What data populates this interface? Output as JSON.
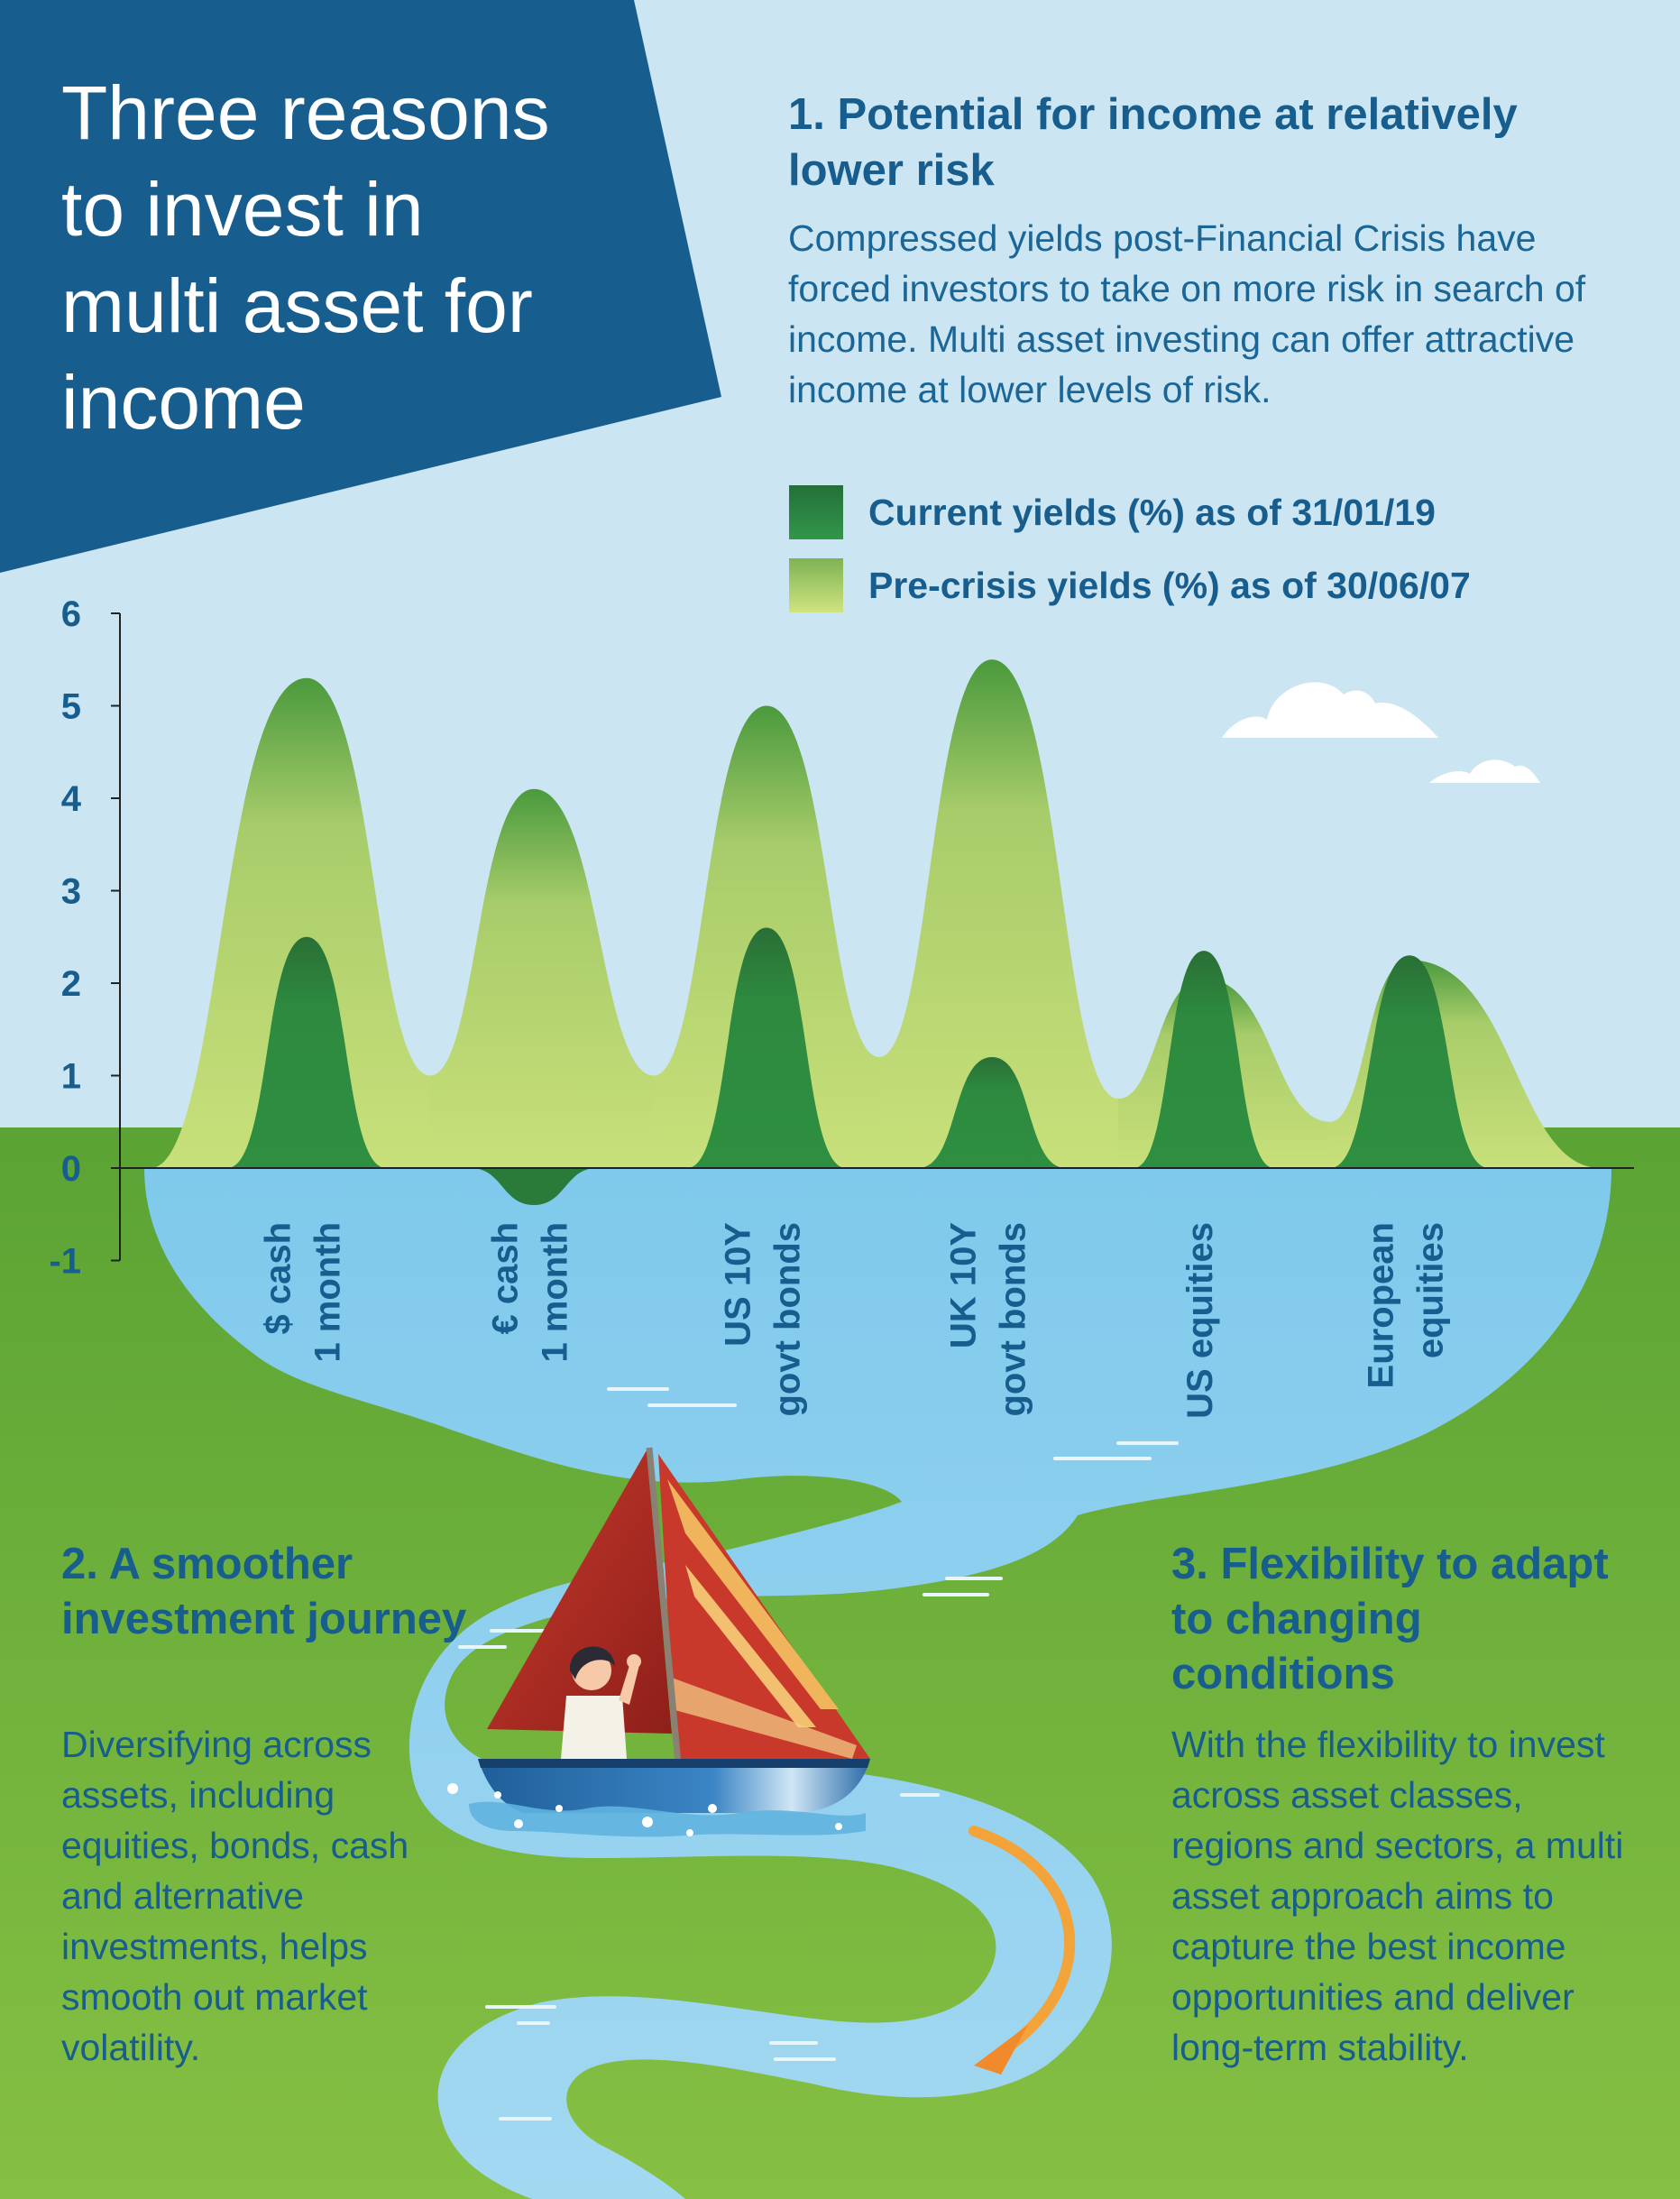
{
  "header": {
    "title": "Three reasons to invest in multi asset for income"
  },
  "section1": {
    "heading": "1. Potential for income at relatively lower risk",
    "body": "Compressed yields post-Financial Crisis have forced investors to take on more risk in search of income. Multi asset investing can offer attractive income at lower levels of risk."
  },
  "section2": {
    "heading": "2. A smoother investment journey",
    "body": "Diversifying across assets, including equities, bonds, cash and alternative investments, helps smooth out market volatility."
  },
  "section3": {
    "heading": "3. Flexibility to adapt to changing conditions",
    "body": "With the flexibility to invest across asset classes, regions and sectors, a multi asset approach aims to capture the best income opportunities and deliver long-term stability."
  },
  "colors": {
    "sky": "#cbe5f2",
    "banner": "#175d8e",
    "grass": "#6cb23e",
    "river": "#96d3ef",
    "current_dark": "#2b8a3e",
    "precrisis_light": "#c5df76",
    "heading_text": "#175d8e"
  },
  "chart_data": {
    "type": "area",
    "ylim": [
      -1,
      6
    ],
    "yticks": [
      "6",
      "5",
      "4",
      "3",
      "2",
      "1",
      "0",
      "-1"
    ],
    "categories": [
      "$ cash 1 month",
      "€ cash 1 month",
      "US 10Y govt bonds",
      "UK 10Y govt bonds",
      "US equities",
      "European equities"
    ],
    "category_lines": [
      [
        "$ cash",
        "1 month"
      ],
      [
        "€ cash",
        "1 month"
      ],
      [
        "US 10Y",
        "govt bonds"
      ],
      [
        "UK 10Y",
        "govt bonds"
      ],
      [
        "US equities"
      ],
      [
        "European",
        "equities"
      ]
    ],
    "series": [
      {
        "name": "Current yields (%) as of 31/01/19",
        "values": [
          2.5,
          -0.4,
          2.6,
          1.2,
          2.35,
          2.3
        ],
        "color": "#2b8a3e"
      },
      {
        "name": "Pre-crisis yields (%) as of 30/06/07",
        "values": [
          5.3,
          4.1,
          5.0,
          5.5,
          2.05,
          2.25
        ],
        "color": "#c5df76"
      }
    ],
    "legend_position": "top-right",
    "grid": false
  }
}
